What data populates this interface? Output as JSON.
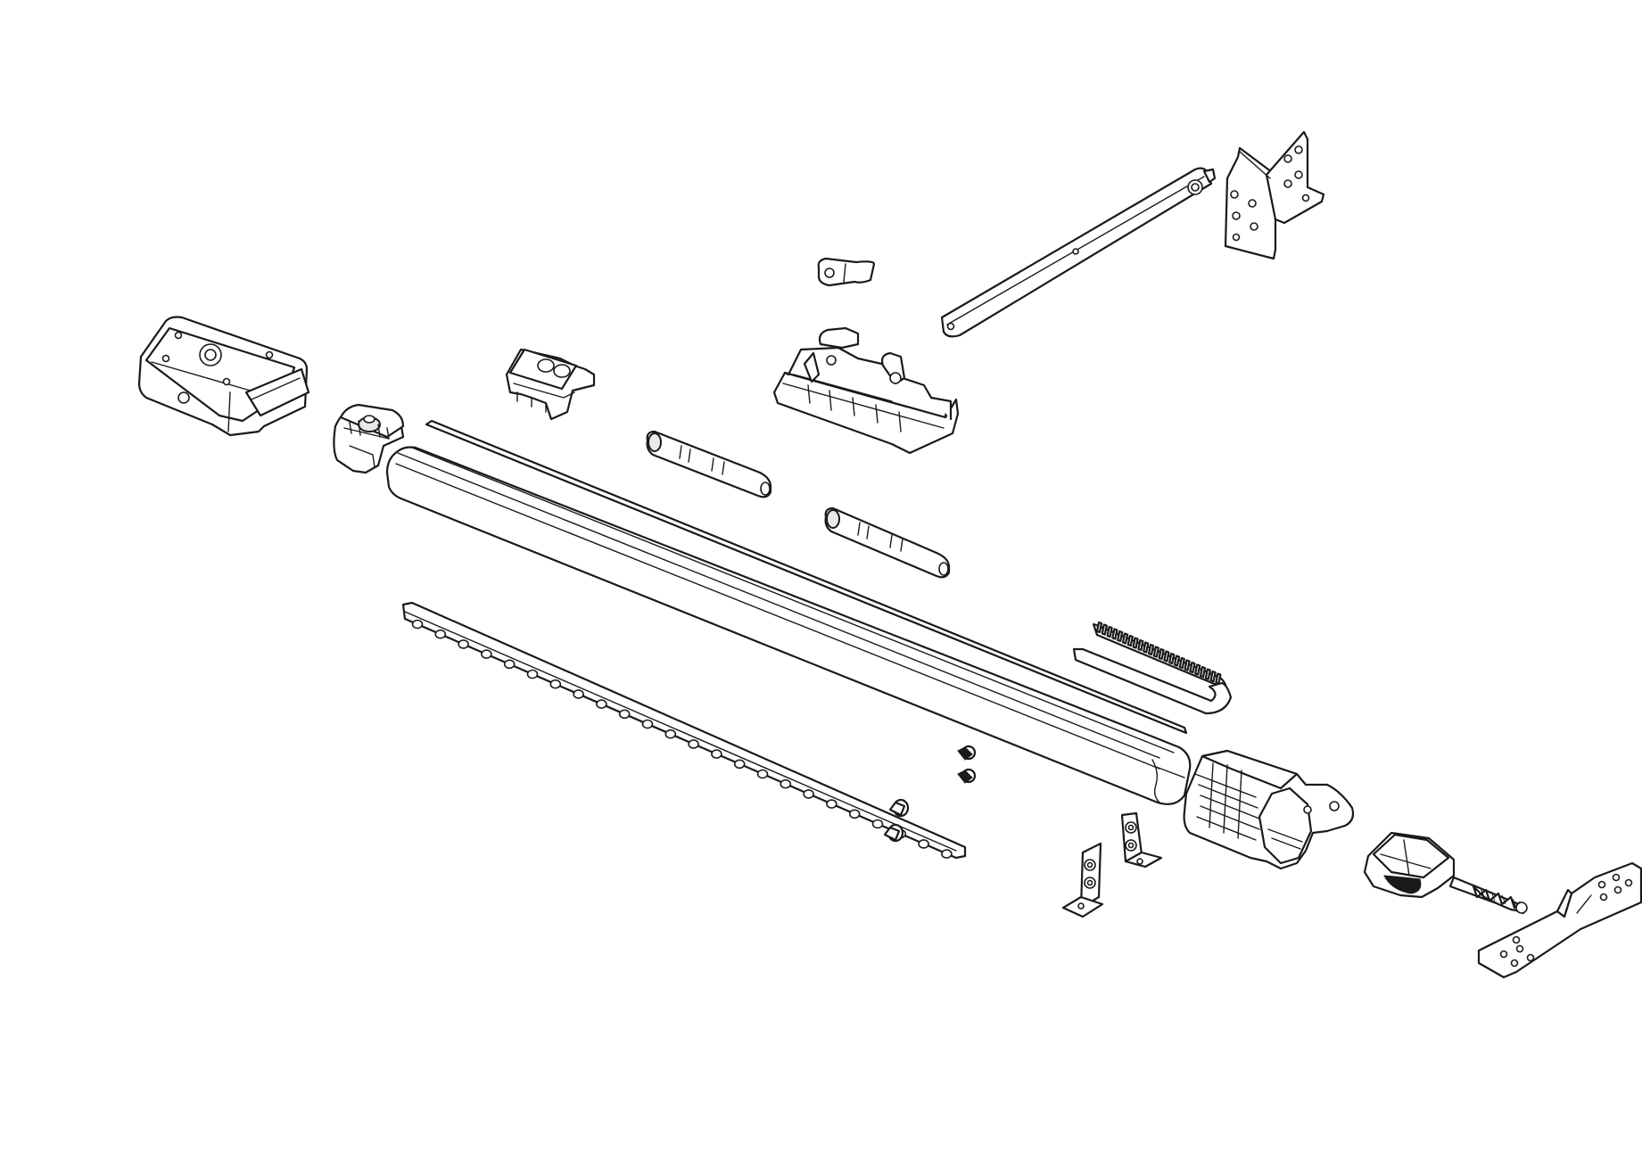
{
  "diagram": {
    "kind": "exploded-parts-drawing",
    "colors": {
      "line": "#1a1a1a",
      "background": "#ffffff",
      "shade": "#e9e9e9"
    },
    "parts": [
      {
        "id": "motor-head-housing"
      },
      {
        "id": "drive-sprocket"
      },
      {
        "id": "rail"
      },
      {
        "id": "hanger-strap"
      },
      {
        "id": "release-trolley"
      },
      {
        "id": "trolley-latch"
      },
      {
        "id": "door-arm"
      },
      {
        "id": "door-bracket"
      },
      {
        "id": "rail-clip"
      },
      {
        "id": "rail-spacer-upper"
      },
      {
        "id": "rail-spacer-lower"
      },
      {
        "id": "drive-belt"
      },
      {
        "id": "idler-pulley-end"
      },
      {
        "id": "belt-tensioner"
      },
      {
        "id": "header-bracket"
      },
      {
        "id": "angle-bracket-left"
      },
      {
        "id": "angle-bracket-right"
      },
      {
        "id": "screw-set"
      },
      {
        "id": "bolt-set"
      }
    ]
  }
}
